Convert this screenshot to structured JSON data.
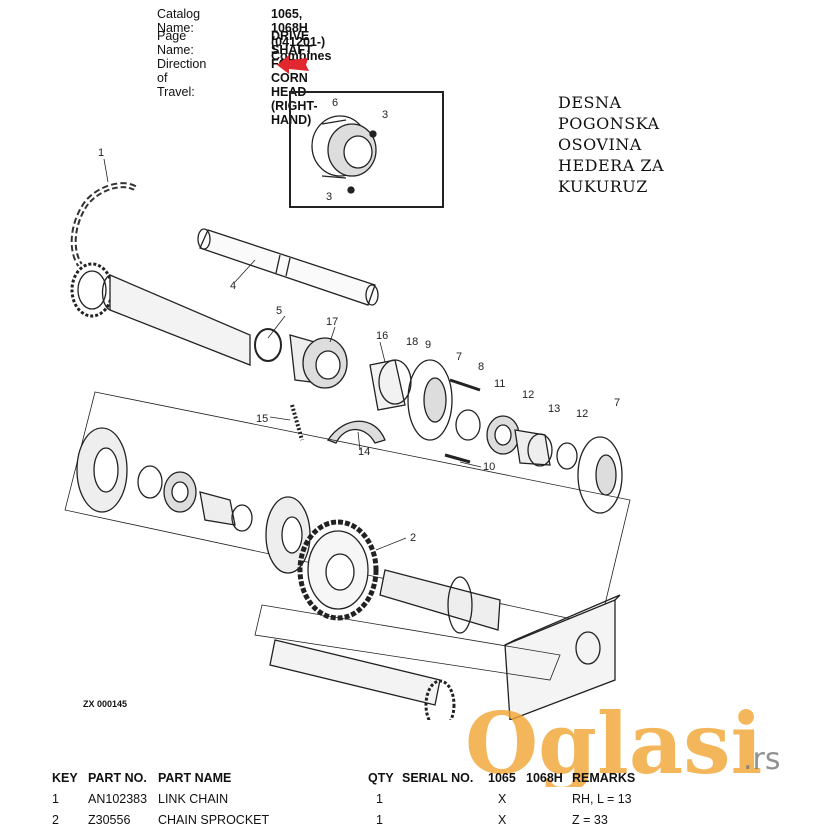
{
  "header": {
    "catalog_label": "Catalog Name:",
    "catalog_value": "1065, 1068H (041201-) Combines",
    "page_label": "Page Name:",
    "page_value": "DRIVE SHAFT FOR CORN HEAD (RIGHT-HAND)",
    "travel_label": "Direction of Travel:"
  },
  "annotation": {
    "lines": [
      "DESNA",
      "POGONSKA",
      "OSOVINA",
      "HEDERA ZA",
      "KUKURUZ"
    ]
  },
  "diagram": {
    "callouts": [
      "1",
      "2",
      "3",
      "3",
      "4",
      "5",
      "6",
      "7",
      "7",
      "8",
      "9",
      "10",
      "11",
      "12",
      "12",
      "13",
      "14",
      "15",
      "16",
      "17",
      "18"
    ],
    "ref_code": "ZX 000145"
  },
  "parts_table": {
    "headers": {
      "key": "KEY",
      "part_no": "PART NO.",
      "part_name": "PART NAME",
      "qty": "QTY",
      "serial_no": "SERIAL NO.",
      "m1065": "1065",
      "m1068h": "1068H",
      "remarks": "REMARKS"
    },
    "rows": [
      {
        "key": "1",
        "part_no": "AN102383",
        "part_name": "LINK CHAIN",
        "qty": "1",
        "serial_no": "",
        "m1065": "X",
        "m1068h": "",
        "remarks": "RH, L = 13"
      },
      {
        "key": "2",
        "part_no": "Z30556",
        "part_name": "CHAIN SPROCKET",
        "qty": "1",
        "serial_no": "",
        "m1065": "X",
        "m1068h": "",
        "remarks": "Z = 33"
      }
    ]
  },
  "watermark": {
    "text": "Oglasi",
    "suffix": ".rs",
    "color": "#f2a531"
  },
  "colors": {
    "arrow": "#e0282e"
  }
}
